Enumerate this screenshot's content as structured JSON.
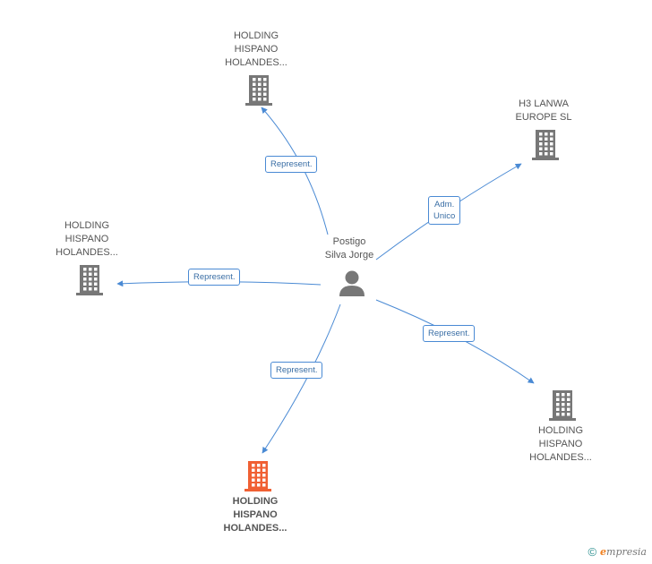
{
  "person": {
    "name_lines": [
      "Postigo",
      "Silva Jorge"
    ],
    "icon": "person-icon",
    "color": "#777777"
  },
  "companies": [
    {
      "id": "top",
      "lines": [
        "HOLDING",
        "HISPANO",
        "HOLANDES..."
      ],
      "color": "#777777",
      "icon": "building-icon",
      "highlighted": false
    },
    {
      "id": "h3",
      "lines": [
        "H3 LANWA",
        "EUROPE SL"
      ],
      "color": "#777777",
      "icon": "building-icon",
      "highlighted": false
    },
    {
      "id": "left",
      "lines": [
        "HOLDING",
        "HISPANO",
        "HOLANDES..."
      ],
      "color": "#777777",
      "icon": "building-icon",
      "highlighted": false
    },
    {
      "id": "bottom-right",
      "lines": [
        "HOLDING",
        "HISPANO",
        "HOLANDES..."
      ],
      "color": "#777777",
      "icon": "building-icon",
      "highlighted": false
    },
    {
      "id": "bottom",
      "lines": [
        "HOLDING",
        "HISPANO",
        "HOLANDES..."
      ],
      "color": "#f06033",
      "icon": "building-icon",
      "highlighted": true
    }
  ],
  "relations": [
    {
      "to": "top",
      "lines": [
        "Represent."
      ]
    },
    {
      "to": "h3",
      "lines": [
        "Adm.",
        "Unico"
      ]
    },
    {
      "to": "left",
      "lines": [
        "Represent."
      ]
    },
    {
      "to": "bottom-right",
      "lines": [
        "Represent."
      ]
    },
    {
      "to": "bottom",
      "lines": [
        "Represent."
      ]
    }
  ],
  "colors": {
    "edge": "#4a8ad4",
    "node": "#777777",
    "focus": "#f06033"
  },
  "brand": {
    "copyright_symbol": "©",
    "initial": "e",
    "rest": "mpresia"
  }
}
